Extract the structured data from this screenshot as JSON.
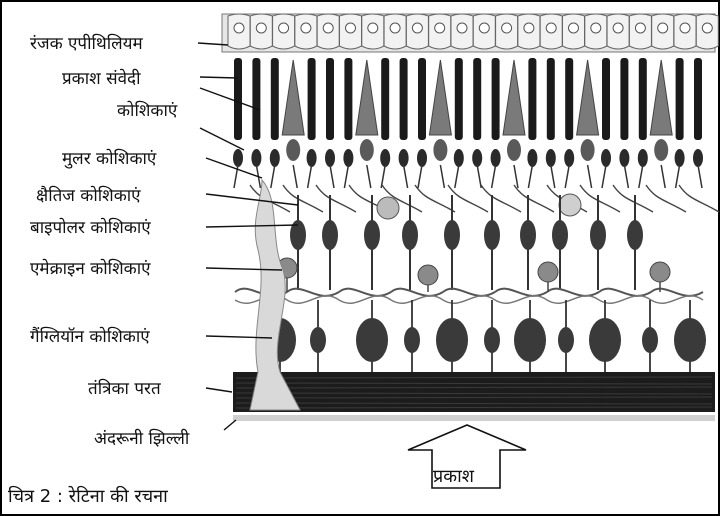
{
  "labels": {
    "pigment_epithelium": "रंजक एपीथिलियम",
    "photoreceptor_line1": "प्रकाश संवेदी",
    "photoreceptor_line2": "कोशिकाएं",
    "muller": "मुलर कोशिकाएं",
    "horizontal": "क्षैतिज कोशिकाएं",
    "bipolar": "बाइपोलर कोशिकाएं",
    "amacrine": "एमेक्राइन कोशिकाएं",
    "ganglion": "गैंग्लियॉन कोशिकाएं",
    "nerve_layer": "तंत्रिका परत",
    "inner_membrane": "अंदरूनी झिल्ली"
  },
  "light_label": "प्रकाश",
  "caption": "चित्र 2 : रेटिना की रचना",
  "colors": {
    "rod": "#1a1a1a",
    "cone": "#7a7a7a",
    "cell_body": "#3a3a3a",
    "nerve_layer": "#1c1c1c",
    "membrane": "#bdbdbd"
  }
}
